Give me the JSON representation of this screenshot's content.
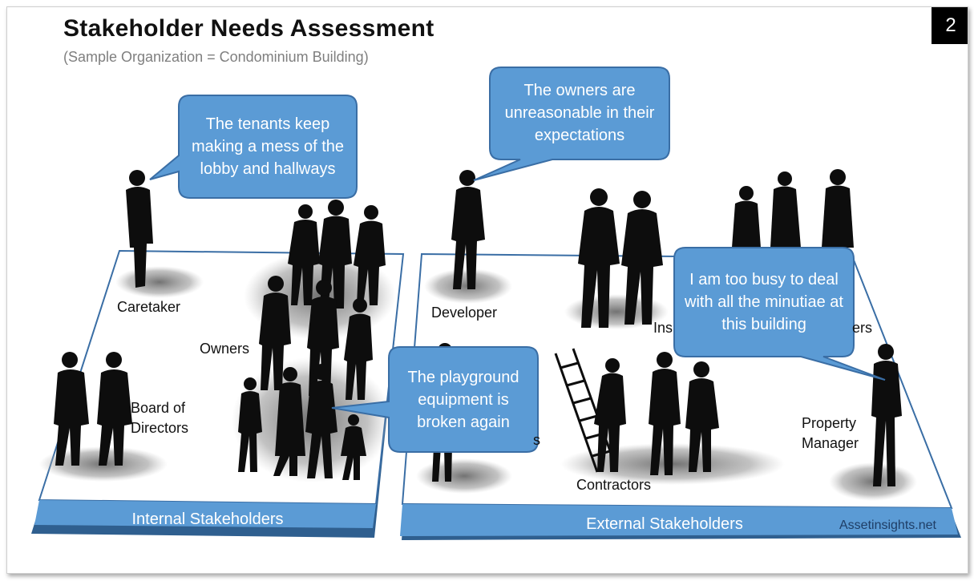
{
  "header": {
    "title": "Stakeholder Needs Assessment",
    "subtitle": "(Sample Organization = Condominium Building)",
    "page_number": "2"
  },
  "panels": {
    "internal_label": "Internal Stakeholders",
    "external_label": "External Stakeholders"
  },
  "stakeholders": {
    "caretaker": "Caretaker",
    "owners": "Owners",
    "board_line1": "Board of",
    "board_line2": "Directors",
    "developer": "Developer",
    "insurers_fragment": "Ins",
    "suppliers_fragment": "ers",
    "tenants_fragment": "s",
    "contractors": "Contractors",
    "property_manager_line1": "Property",
    "property_manager_line2": "Manager"
  },
  "bubbles": {
    "caretaker": "The tenants keep making a mess of the lobby and hallways",
    "developer": "The owners are unreasonable in their expectations",
    "property_manager": "I am too busy to deal with all the minutiae at this building",
    "tenants": "The playground equipment is broken again"
  },
  "credit": "Assetinsights.net",
  "colors": {
    "bubble_fill": "#5b9bd5",
    "bubble_stroke": "#3a6ea5",
    "band": "#5b9bd5",
    "band_dark": "#2f5f8f",
    "silhouette": "#0d0d0d"
  }
}
